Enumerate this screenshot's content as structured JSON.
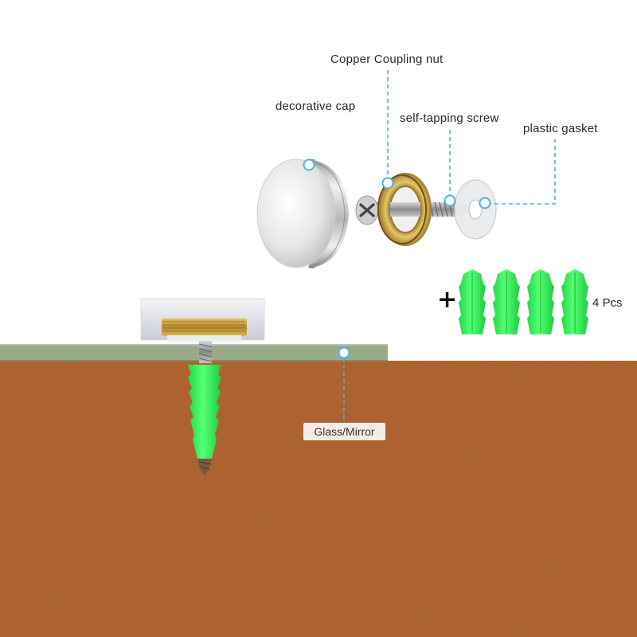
{
  "labels": {
    "coupling_nut": "Copper Coupling nut",
    "decorative_cap": "decorative cap",
    "screw": "self-tapping screw",
    "gasket": "plastic gasket",
    "glass": "Glass/Mirror"
  },
  "extras": {
    "plus": "+",
    "quantity": "4 Pcs",
    "anchor_count": 4
  },
  "colors": {
    "callout": "#4ab3dd",
    "anchor_green": "#33ee55",
    "glass_panel": "#9aaa88",
    "wall": "#b5622e",
    "brass": "#c9a13e",
    "chrome": "#d8d8d8"
  }
}
